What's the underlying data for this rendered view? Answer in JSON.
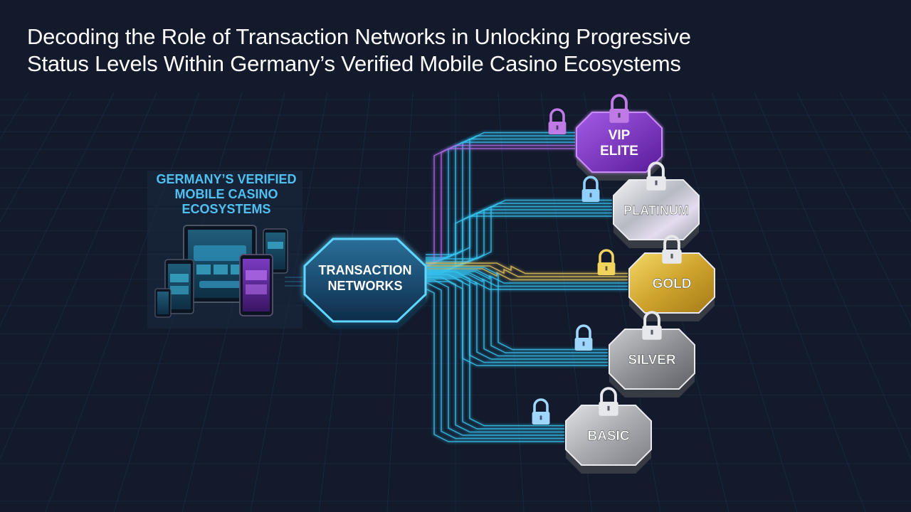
{
  "title": {
    "line1": "Decoding the Role of Transaction Networks in Unlocking Progressive",
    "line2": "Status Levels Within Germany’s Verified Mobile Casino Ecosystems"
  },
  "ecosystem": {
    "line1": "GERMANY’S VERIFIED",
    "line2": "MOBILE CASINO",
    "line3": "ECOSYSTEMS"
  },
  "hub": {
    "line1": "TRANSACTION",
    "line2": "NETWORKS"
  },
  "tiers": [
    {
      "id": "vip-elite",
      "line1": "VIP",
      "line2": "ELITE",
      "color": "#7a2fc4",
      "lock_color": "#c07ae6"
    },
    {
      "id": "platinum",
      "line1": "PLATINUM",
      "line2": "",
      "color": "#c9ccd2",
      "lock_color": "#8fd0ff"
    },
    {
      "id": "gold",
      "line1": "GOLD",
      "line2": "",
      "color": "#d8b23a",
      "lock_color": "#f2d35c"
    },
    {
      "id": "silver",
      "line1": "SILVER",
      "line2": "",
      "color": "#9b9da2",
      "lock_color": "#9fd6ff"
    },
    {
      "id": "basic",
      "line1": "BASIC",
      "line2": "",
      "color": "#a9abb0",
      "lock_color": "#9fd6ff"
    }
  ],
  "colors": {
    "background": "#121a2b",
    "grid": "#1f3350",
    "network_glow": "#37c6f4",
    "gold_line": "#e8c65a",
    "purple_line": "#b06be8"
  }
}
